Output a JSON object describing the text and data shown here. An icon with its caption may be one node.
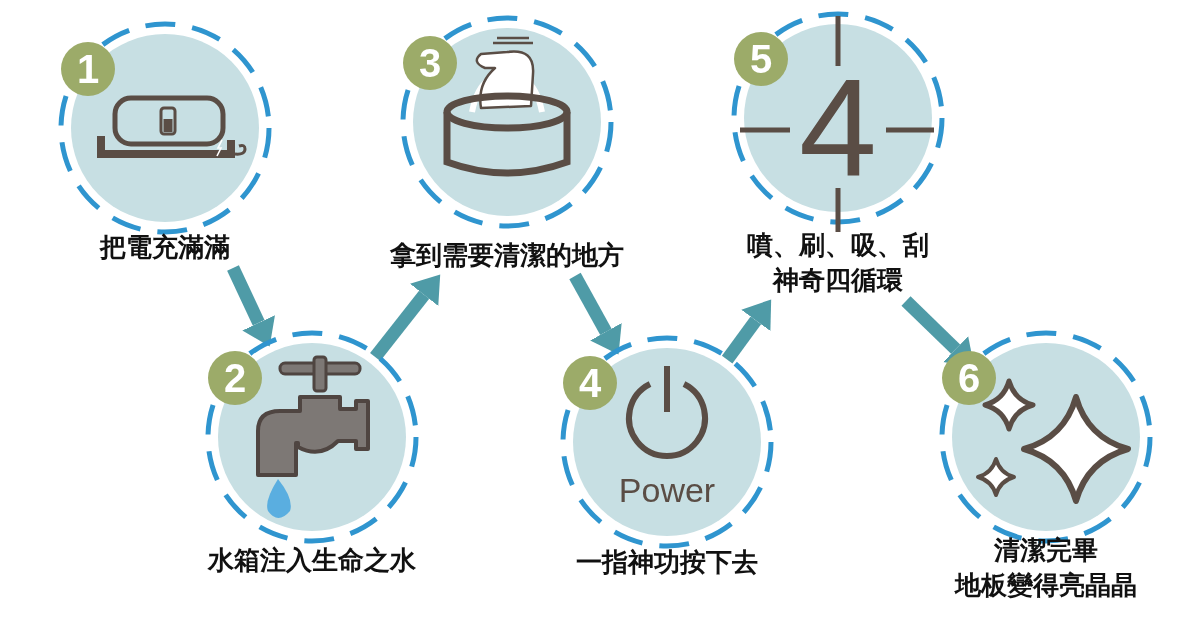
{
  "diagram": {
    "nodes": [
      {
        "text": [
          "1",
          "把電充滿滿"
        ]
      },
      {
        "text": [
          "2",
          "水箱注入生命之水"
        ]
      },
      {
        "text": [
          "3",
          "拿到需要清潔的地方"
        ]
      },
      {
        "text": [
          "4",
          "Power",
          "一指神功按下去"
        ]
      },
      {
        "text": [
          "5",
          "4",
          "噴、刷、吸、刮神奇四循環"
        ]
      },
      {
        "text": [
          "6",
          "清潔完畢",
          "地板變得亮晶晶"
        ]
      }
    ],
    "edges": [
      {
        "from": 0,
        "to": 1,
        "arrow": "to"
      },
      {
        "from": 1,
        "to": 2,
        "arrow": "to"
      },
      {
        "from": 2,
        "to": 3,
        "arrow": "to"
      },
      {
        "from": 3,
        "to": 4,
        "arrow": "to"
      },
      {
        "from": 4,
        "to": 5,
        "arrow": "to"
      }
    ]
  }
}
